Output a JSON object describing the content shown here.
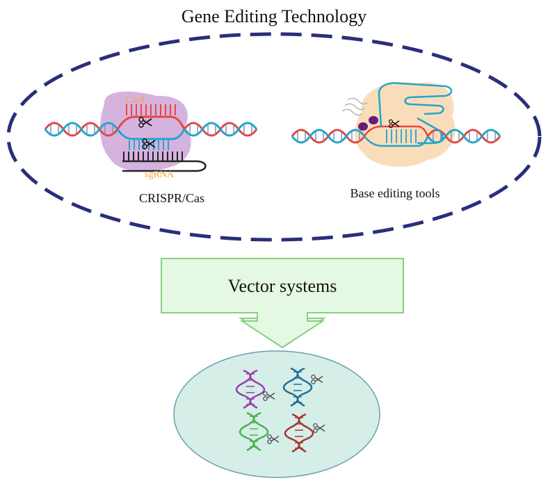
{
  "title": "Gene Editing Technology",
  "panels": {
    "crispr": {
      "enzyme_label": "Cas9",
      "guide_label": "sgRNA",
      "caption": "CRISPR/Cas"
    },
    "base_editing": {
      "caption": "Base editing tools"
    }
  },
  "vector": {
    "label": "Vector systems"
  },
  "colors": {
    "dash_ellipse": "#2a2f7a",
    "strand_red": "#e8463f",
    "strand_cyan": "#22a5cc",
    "cas9_blob": "#cfa6d8",
    "base_editor_blob": "#f8d9b4",
    "accent_orange": "#f2a33a",
    "deaminase_purple": "#6a1b78",
    "vector_box_fill": "#e5f8e3",
    "vector_box_stroke": "#86d07e",
    "cell_fill": "#d5eee8",
    "cell_stroke": "#6a9fae",
    "dna_purple": "#9b3dab",
    "dna_teal": "#1f6f95",
    "dna_green": "#4ab04e",
    "dna_darkred": "#a9332d"
  },
  "icons": [
    "scissors-icon",
    "dna-helix-icon",
    "down-arrow-icon"
  ]
}
